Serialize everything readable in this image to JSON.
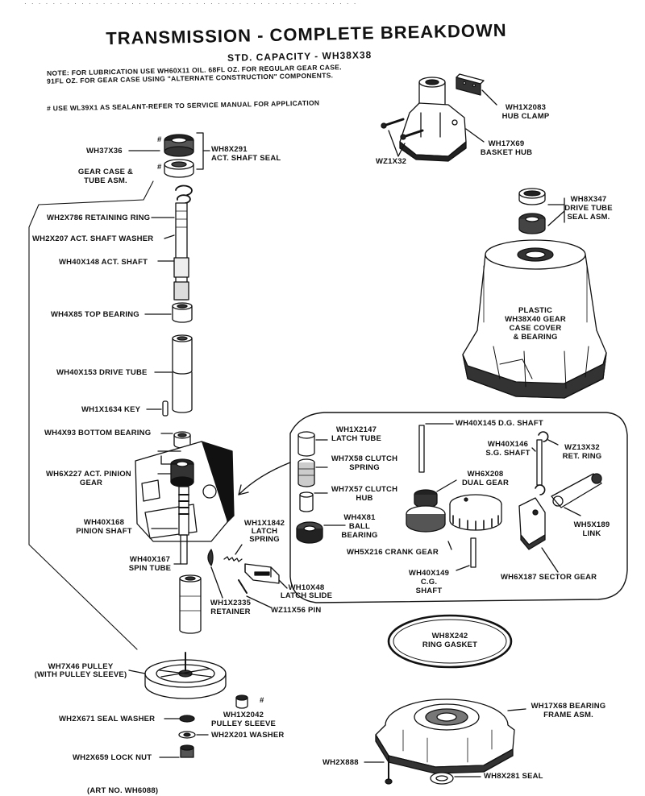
{
  "header": {
    "title": "TRANSMISSION - COMPLETE BREAKDOWN",
    "capacity": "STD. CAPACITY - WH38X38",
    "note_line1": "NOTE: FOR LUBRICATION USE WH60X11 OIL. 68FL OZ. FOR REGULAR GEAR CASE.",
    "note_line2": "91FL OZ. FOR GEAR CASE USING \"ALTERNATE CONSTRUCTION\" COMPONENTS.",
    "sealant_note": "# USE WL39X1 AS SEALANT-REFER TO SERVICE MANUAL FOR APPLICATION"
  },
  "labels": {
    "wh37x36": "WH37X36",
    "wh8x291_a": "WH8X291",
    "wh8x291_b": "ACT. SHAFT SEAL",
    "gear_case_a": "GEAR CASE &",
    "gear_case_b": "TUBE ASM.",
    "wh2x786": "WH2X786 RETAINING RING",
    "wh2x207": "WH2X207 ACT. SHAFT WASHER",
    "wh40x148": "WH40X148 ACT. SHAFT",
    "wh4x85": "WH4X85 TOP BEARING",
    "wh40x153": "WH40X153 DRIVE TUBE",
    "wh1x1634": "WH1X1634 KEY",
    "wh4x93": "WH4X93 BOTTOM BEARING",
    "wh6x227_a": "WH6X227 ACT. PINION",
    "wh6x227_b": "GEAR",
    "wh40x168_a": "WH40X168",
    "wh40x168_b": "PINION SHAFT",
    "wh40x167_a": "WH40X167",
    "wh40x167_b": "SPIN TUBE",
    "wh1x2335_a": "WH1X2335",
    "wh1x2335_b": "RETAINER",
    "wh1x1842_a": "WH1X1842",
    "wh1x1842_b": "LATCH",
    "wh1x1842_c": "SPRING",
    "wh10x48_a": "WH10X48",
    "wh10x48_b": "LATCH SLIDE",
    "wz11x56": "WZ11X56 PIN",
    "wh7x46_a": "WH7X46 PULLEY",
    "wh7x46_b": "(WITH PULLEY SLEEVE)",
    "wh2x671": "WH2X671 SEAL WASHER",
    "wh1x2042_a": "WH1X2042",
    "wh1x2042_b": "PULLEY SLEEVE",
    "wh2x201": "WH2X201 WASHER",
    "wh2x659": "WH2X659 LOCK NUT",
    "art_no": "(ART NO. WH6088)",
    "hash1": "#",
    "hash2": "#",
    "hash3": "#",
    "wh1x2083_a": "WH1X2083",
    "wh1x2083_b": "HUB CLAMP",
    "wh17x69_a": "WH17X69",
    "wh17x69_b": "BASKET HUB",
    "wz1x32": "WZ1X32",
    "wh8x347_a": "WH8X347",
    "wh8x347_b": "DRIVE TUBE",
    "wh8x347_c": "SEAL ASM.",
    "plastic_a": "PLASTIC",
    "plastic_b": "WH38X40 GEAR",
    "plastic_c": "CASE COVER",
    "plastic_d": "& BEARING",
    "wh1x2147_a": "WH1X2147",
    "wh1x2147_b": "LATCH TUBE",
    "wh7x58_a": "WH7X58 CLUTCH",
    "wh7x58_b": "SPRING",
    "wh7x57_a": "WH7X57 CLUTCH",
    "wh7x57_b": "HUB",
    "wh4x81_a": "WH4X81",
    "wh4x81_b": "BALL",
    "wh4x81_c": "BEARING",
    "wh40x145": "WH40X145 D.G. SHAFT",
    "wh40x146_a": "WH40X146",
    "wh40x146_b": "S.G. SHAFT",
    "wz13x32_a": "WZ13X32",
    "wz13x32_b": "RET. RING",
    "wh6x208_a": "WH6X208",
    "wh6x208_b": "DUAL GEAR",
    "wh5x216": "WH5X216 CRANK GEAR",
    "wh40x149_a": "WH40X149",
    "wh40x149_b": "C.G.",
    "wh40x149_c": "SHAFT",
    "wh5x189_a": "WH5X189",
    "wh5x189_b": "LINK",
    "wh6x187": "WH6X187 SECTOR GEAR",
    "wh8x242_a": "WH8X242",
    "wh8x242_b": "RING GASKET",
    "wh17x68_a": "WH17X68 BEARING",
    "wh17x68_b": "FRAME ASM.",
    "wh2x888": "WH2X888",
    "wh8x281": "WH8X281 SEAL"
  }
}
